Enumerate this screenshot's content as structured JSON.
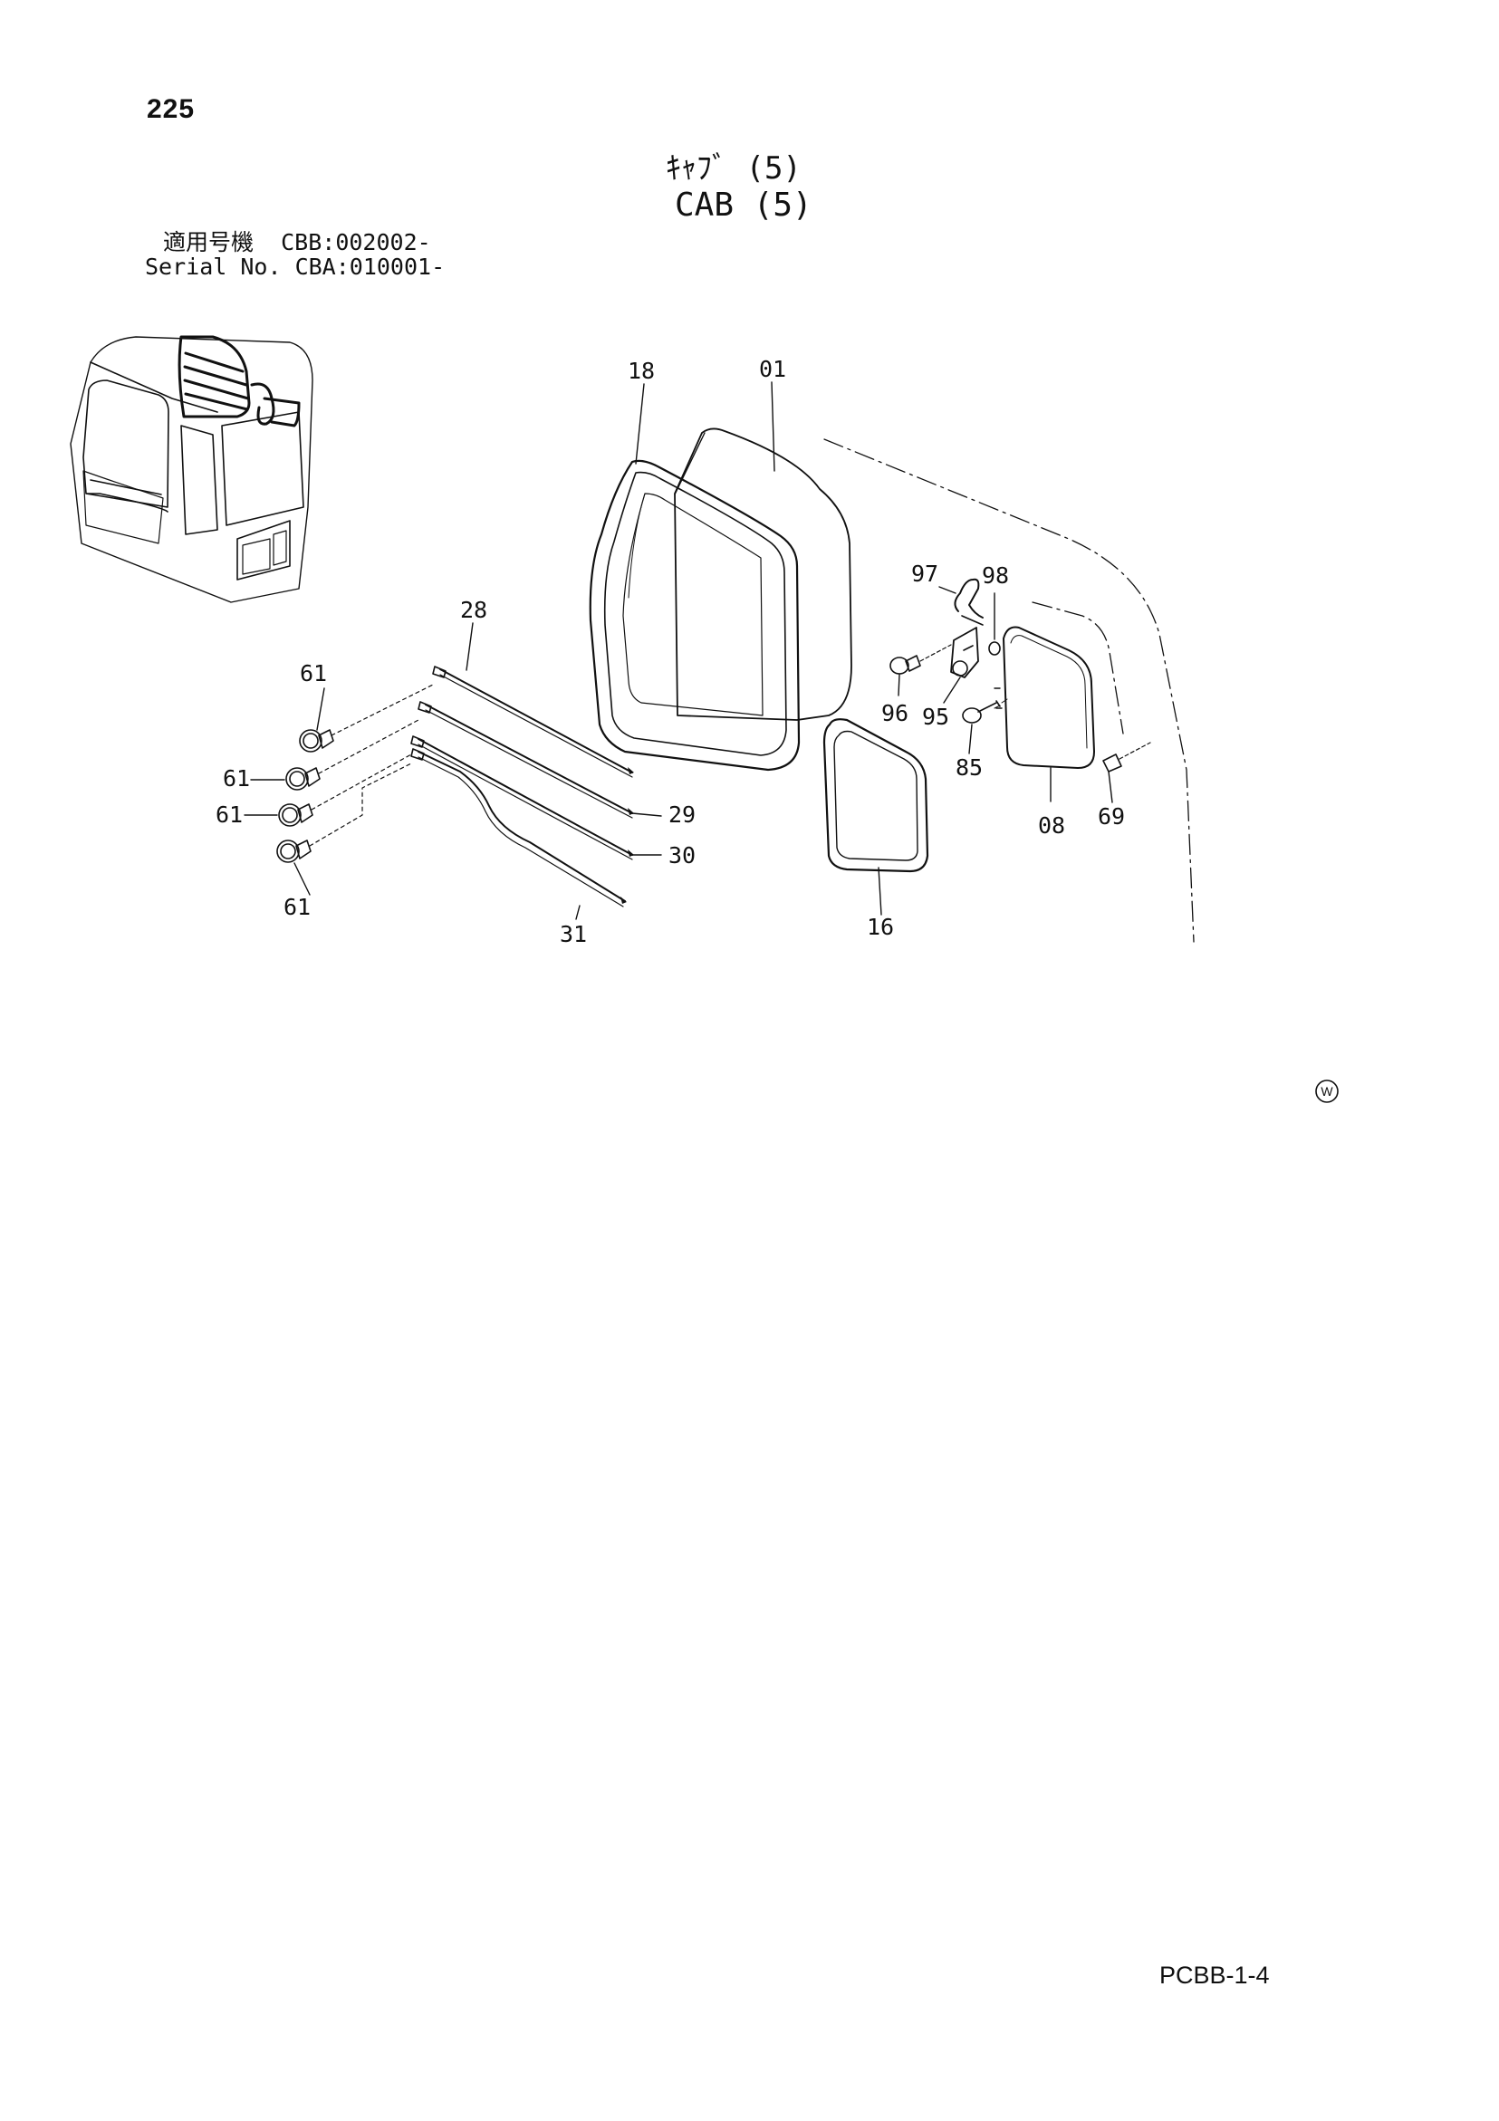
{
  "page_number": "225",
  "title_jp": "ｷｬﾌﾞ (5)",
  "title_en": "CAB (5)",
  "serial": {
    "label_jp": "適用号機",
    "label_en": "Serial No.",
    "value_jp": "CBB:002002-",
    "value_en": "CBA:010001-"
  },
  "callouts": {
    "p01": "01",
    "p08": "08",
    "p16": "16",
    "p18": "18",
    "p28": "28",
    "p29": "29",
    "p30": "30",
    "p31": "31",
    "p61": "61",
    "p69": "69",
    "p85": "85",
    "p95": "95",
    "p96": "96",
    "p97": "97",
    "p98": "98"
  },
  "watermark_symbol": "W",
  "page_code": "PCBB-1-4"
}
